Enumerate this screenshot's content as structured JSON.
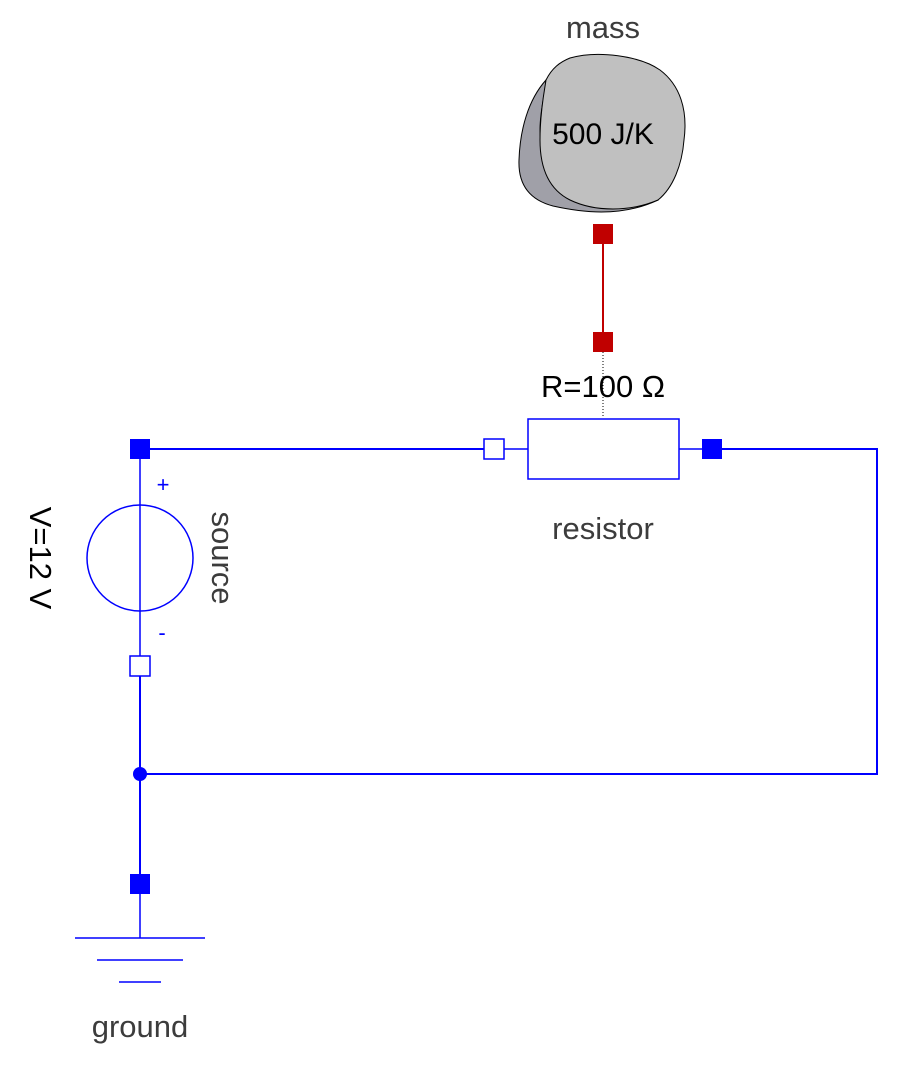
{
  "components": {
    "mass": {
      "name": "mass",
      "param": "500 J/K"
    },
    "resistor": {
      "name": "resistor",
      "param": "R=100 Ω"
    },
    "source": {
      "name": "source",
      "param": "V=12 V",
      "plus": "+",
      "minus": "-"
    },
    "ground": {
      "name": "ground"
    }
  },
  "colors": {
    "electric": "#0000ff",
    "thermal": "#c00000",
    "mass_fill": "#c0c0c0",
    "mass_shadow": "#a0a0a8",
    "label_gray": "#3c3c3c"
  }
}
